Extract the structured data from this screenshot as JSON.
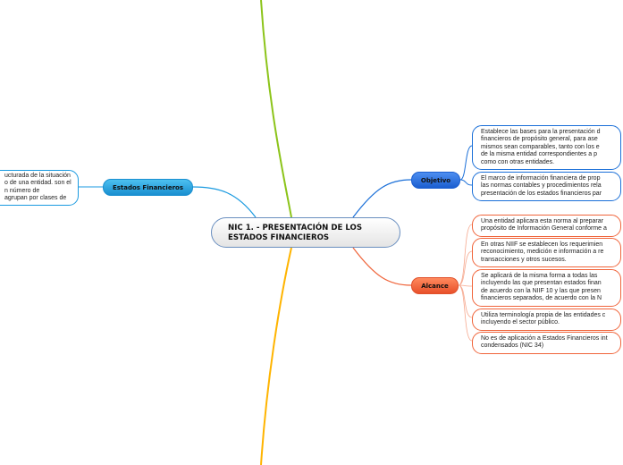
{
  "central": {
    "title": "NIC 1. - PRESENTACIÓN DE LOS ESTADOS FINANCIEROS"
  },
  "estados": {
    "label": "Estados Financieros",
    "text": [
      "ucturada de la situación",
      "o de una entidad. son el",
      "n número de",
      "agrupan por clases de"
    ]
  },
  "objetivo": {
    "label": "Objetivo",
    "items": [
      [
        "Establece las bases para la presentación d",
        "financieros de propósito general, para ase",
        "mismos sean comparables, tanto con los e",
        "de la misma entidad correspondientes a p",
        "como con otras entidades."
      ],
      [
        "El marco de información financiera de prop",
        "las normas contables y procedimientos rela",
        "presentación de los estados financieros par"
      ]
    ]
  },
  "alcance": {
    "label": "Alcance",
    "items": [
      [
        "Una entidad aplicara esta norma al preparar",
        "propósito de Información General conforme a"
      ],
      [
        "En otras NIIF se establecen los requerimien",
        "reconocimiento, medición e información a re",
        "transacciones y otros sucesos."
      ],
      [
        "Se aplicará de la misma forma a todas las",
        "incluyendo las que presentan estados finan",
        "de acuerdo con la NIIF 10 y las que presen",
        "financieros separados, de acuerdo con la N"
      ],
      [
        "Utiliza terminología propia de las entidades c",
        "incluyendo el sector público."
      ],
      [
        "No es de aplicación a Estados Financieros int",
        "condensados (NIC 34)"
      ]
    ]
  },
  "colors": {
    "green": "#8cc41a",
    "yellow": "#ffb400",
    "blue": "#1a9ae0",
    "darkblue": "#1a6fd8",
    "orange": "#f0643a"
  }
}
